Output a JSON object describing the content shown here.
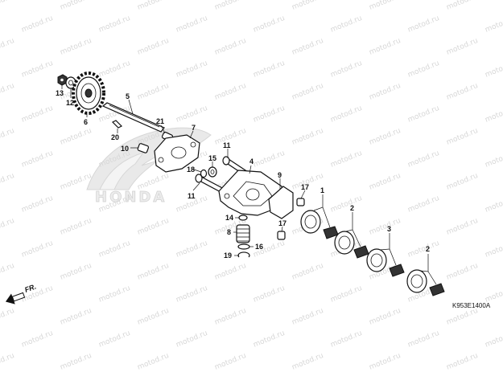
{
  "diagram": {
    "watermark_text": "motod.ru",
    "brand_logo_text": "HONDA",
    "drawing_code": "K953E1400A",
    "direction_label": "FR.",
    "colors": {
      "line": "#111111",
      "watermark": "#d7d7d7",
      "logo_fill": "#e9e9e9",
      "background": "#ffffff"
    },
    "callouts": [
      {
        "id": "c13",
        "label": "13"
      },
      {
        "id": "c12",
        "label": "12"
      },
      {
        "id": "c6",
        "label": "6"
      },
      {
        "id": "c5",
        "label": "5"
      },
      {
        "id": "c21",
        "label": "21"
      },
      {
        "id": "c20",
        "label": "20"
      },
      {
        "id": "c10",
        "label": "10"
      },
      {
        "id": "c7",
        "label": "7"
      },
      {
        "id": "c11a",
        "label": "11"
      },
      {
        "id": "c15",
        "label": "15"
      },
      {
        "id": "c4",
        "label": "4"
      },
      {
        "id": "c18",
        "label": "18"
      },
      {
        "id": "c11b",
        "label": "11"
      },
      {
        "id": "c9",
        "label": "9"
      },
      {
        "id": "c17a",
        "label": "17"
      },
      {
        "id": "c1",
        "label": "1"
      },
      {
        "id": "c2a",
        "label": "2"
      },
      {
        "id": "c14",
        "label": "14"
      },
      {
        "id": "c8",
        "label": "8"
      },
      {
        "id": "c17b",
        "label": "17"
      },
      {
        "id": "c16",
        "label": "16"
      },
      {
        "id": "c19",
        "label": "19"
      },
      {
        "id": "c3",
        "label": "3"
      },
      {
        "id": "c2b",
        "label": "2"
      }
    ]
  }
}
